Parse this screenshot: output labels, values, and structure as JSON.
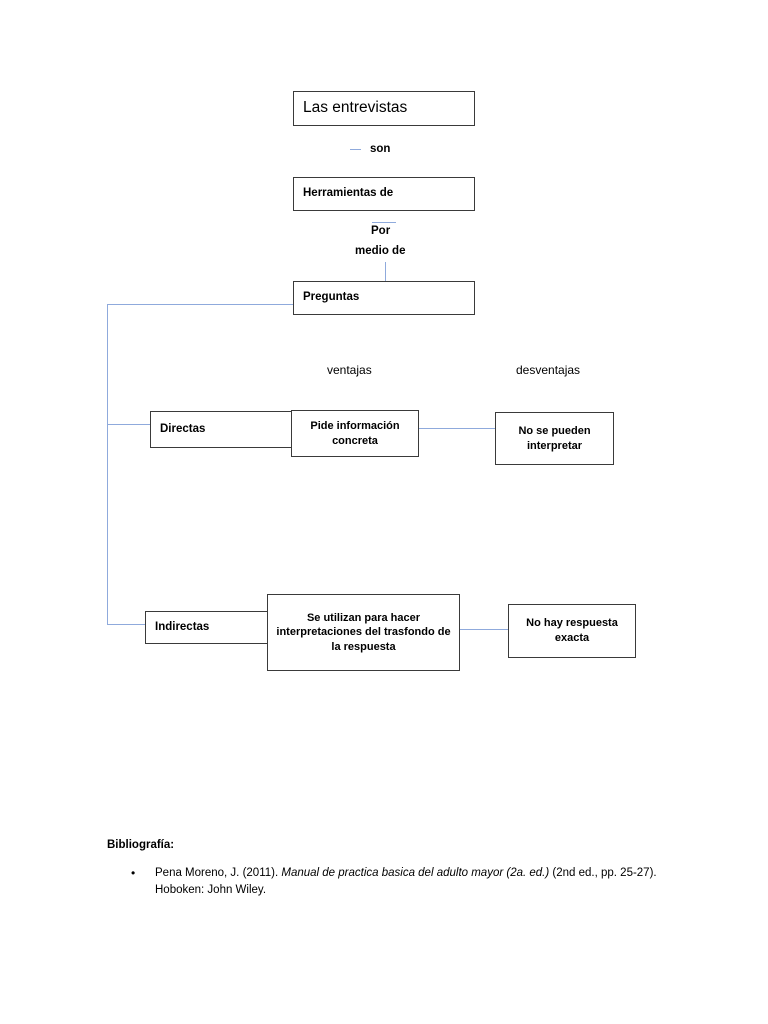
{
  "document": {
    "title": "Las entrevistas",
    "page_background": "#ffffff",
    "connector_color": "#8faadc",
    "box_border_color": "#3a3a3a"
  },
  "diagram": {
    "type": "concept-map",
    "nodes": [
      {
        "id": "title",
        "label": "Las entrevistas"
      },
      {
        "id": "herramientas",
        "label": "Herramientas de"
      },
      {
        "id": "preguntas",
        "label": "Preguntas"
      },
      {
        "id": "directas",
        "label": "Directas"
      },
      {
        "id": "pide",
        "label": "Pide información concreta"
      },
      {
        "id": "nosepueden",
        "label": "No se pueden interpretar"
      },
      {
        "id": "indirectas",
        "label": "Indirectas"
      },
      {
        "id": "seutilizan",
        "label": "Se utilizan para hacer interpretaciones del trasfondo de la respuesta"
      },
      {
        "id": "nohay",
        "label": "No hay respuesta exacta"
      }
    ],
    "link_labels": {
      "son": "son",
      "por": "Por",
      "medio_de": "medio de",
      "ventajas": "ventajas",
      "desventajas": "desventajas"
    }
  },
  "bibliography": {
    "heading": "Bibliografía:",
    "bullet_glyph": "•",
    "entries": [
      {
        "prefix": "Pena Moreno, J. (2011). ",
        "work_title": "Manual de practica basica del adulto mayor (2a. ed.)",
        "suffix": " (2nd ed., pp. 25-27). Hoboken: John Wiley."
      }
    ]
  }
}
